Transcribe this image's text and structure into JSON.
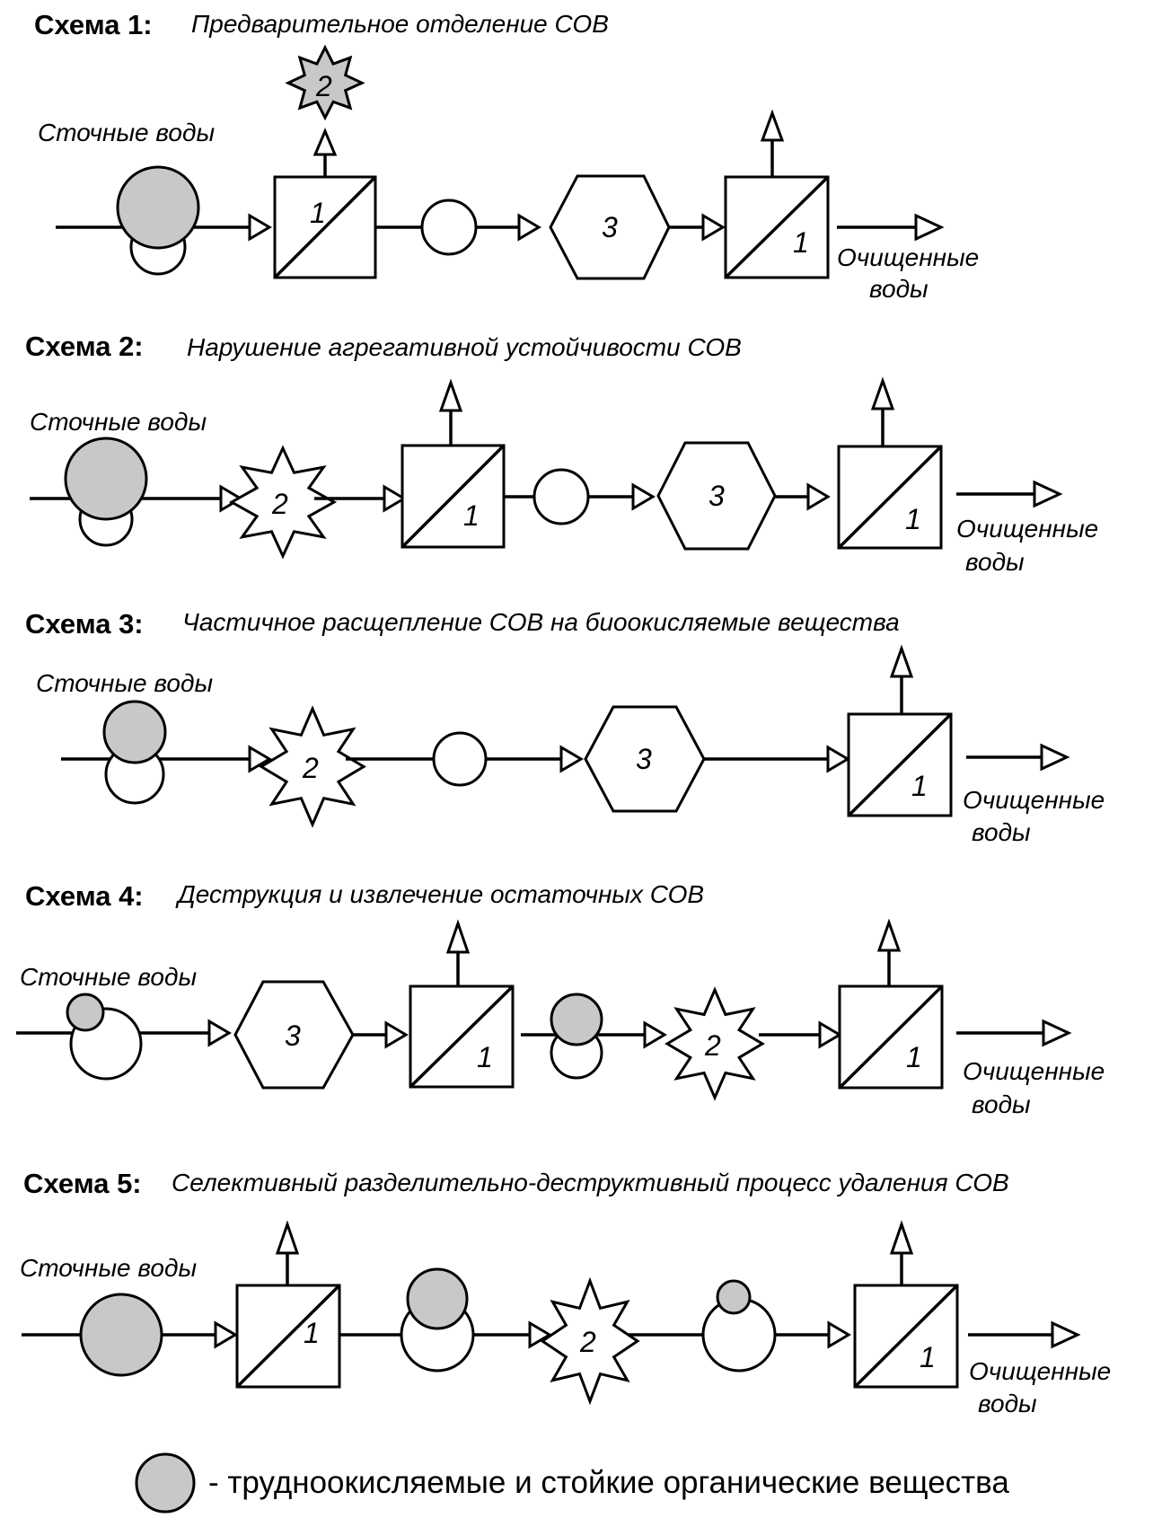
{
  "colors": {
    "stroke": "#000000",
    "gray_fill": "#c8c8c8",
    "white_fill": "#ffffff"
  },
  "labels": {
    "inflow": "Сточные воды",
    "outflow_line1": "Очищенные",
    "outflow_line2": "воды"
  },
  "node_numbers": {
    "separation": "1",
    "destruction": "2",
    "bio": "3"
  },
  "schemes": [
    {
      "title": "Схема 1:",
      "subtitle": "Предварительное отделение СОВ"
    },
    {
      "title": "Схема 2:",
      "subtitle": "Нарушение агрегативной устойчивости СОВ"
    },
    {
      "title": "Схема 3:",
      "subtitle": "Частичное расщепление  СОВ на биоокисляемые вещества"
    },
    {
      "title": "Схема 4:",
      "subtitle": "Деструкция и извлечение остаточных СОВ"
    },
    {
      "title": "Схема 5:",
      "subtitle": "Селективный разделительно-деструктивный процесс удаления СОВ"
    }
  ],
  "legend": {
    "text": "- трудноокисляемые и стойкие органические вещества"
  }
}
